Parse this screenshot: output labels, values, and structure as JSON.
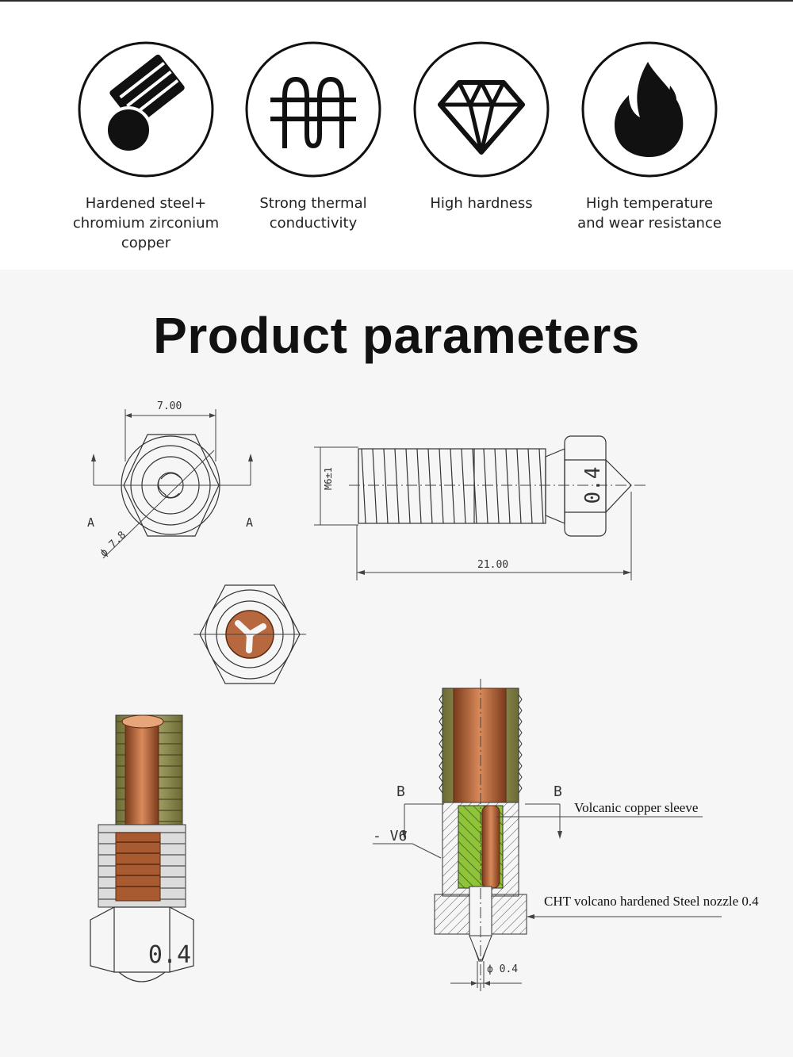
{
  "features": [
    {
      "icon": "steel-rod-icon",
      "line1": "Hardened steel+",
      "line2": "chromium zirconium copper"
    },
    {
      "icon": "heat-coil-icon",
      "line1": "Strong thermal",
      "line2": "conductivity"
    },
    {
      "icon": "diamond-icon",
      "line1": "High hardness",
      "line2": ""
    },
    {
      "icon": "flame-icon",
      "line1": "High temperature",
      "line2": "and wear resistance"
    }
  ],
  "title": "Product parameters",
  "drawing": {
    "top_view": {
      "width_dim": "7.00",
      "diameter_dim": "ϕ 7.8",
      "section_left": "A",
      "section_right": "A"
    },
    "side_view": {
      "thread_dim": "M6±1",
      "length_dim": "21.00",
      "nozzle_mark": "0.4"
    },
    "cutaway_mark": "0.4",
    "section_view": {
      "section_left": "B",
      "section_right": "B",
      "v_label": "- V6",
      "callout_sleeve": "Volcanic copper sleeve",
      "callout_nozzle": "CHT volcano hardened Steel nozzle 0.4",
      "orifice_dim": "ϕ 0.4"
    }
  },
  "colors": {
    "copper": "#b8683e",
    "brass": "#8a8a4a",
    "green_fill": "#8fc43a",
    "ink": "#111111"
  }
}
